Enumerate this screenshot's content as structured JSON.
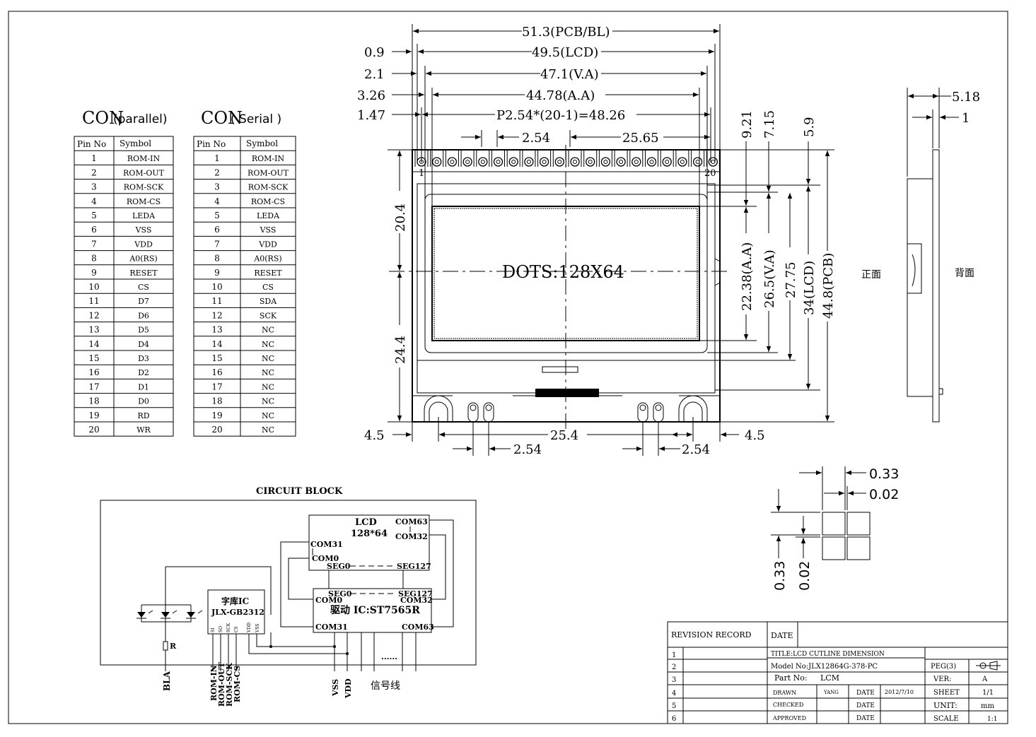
{
  "con_parallel": {
    "title_main": "CON",
    "title_sub": "(parallel)",
    "header": [
      "Pin No",
      "Symbol"
    ],
    "rows": [
      [
        "1",
        "ROM-IN"
      ],
      [
        "2",
        "ROM-OUT"
      ],
      [
        "3",
        "ROM-SCK"
      ],
      [
        "4",
        "ROM-CS"
      ],
      [
        "5",
        "LEDA"
      ],
      [
        "6",
        "VSS"
      ],
      [
        "7",
        "VDD"
      ],
      [
        "8",
        "A0(RS)"
      ],
      [
        "9",
        "RESET"
      ],
      [
        "10",
        "CS"
      ],
      [
        "11",
        "D7"
      ],
      [
        "12",
        "D6"
      ],
      [
        "13",
        "D5"
      ],
      [
        "14",
        "D4"
      ],
      [
        "15",
        "D3"
      ],
      [
        "16",
        "D2"
      ],
      [
        "17",
        "D1"
      ],
      [
        "18",
        "D0"
      ],
      [
        "19",
        "RD"
      ],
      [
        "20",
        "WR"
      ]
    ]
  },
  "con_serial": {
    "title_main": "CON",
    "title_sub": "( Serial )",
    "header": [
      "Pin No",
      "Symbol"
    ],
    "rows": [
      [
        "1",
        "ROM-IN"
      ],
      [
        "2",
        "ROM-OUT"
      ],
      [
        "3",
        "ROM-SCK"
      ],
      [
        "4",
        "ROM-CS"
      ],
      [
        "5",
        "LEDA"
      ],
      [
        "6",
        "VSS"
      ],
      [
        "7",
        "VDD"
      ],
      [
        "8",
        "A0(RS)"
      ],
      [
        "9",
        "RESET"
      ],
      [
        "10",
        "CS"
      ],
      [
        "11",
        "SDA"
      ],
      [
        "12",
        "SCK"
      ],
      [
        "13",
        "NC"
      ],
      [
        "14",
        "NC"
      ],
      [
        "15",
        "NC"
      ],
      [
        "16",
        "NC"
      ],
      [
        "17",
        "NC"
      ],
      [
        "18",
        "NC"
      ],
      [
        "19",
        "NC"
      ],
      [
        "20",
        "NC"
      ]
    ]
  },
  "dims": {
    "pcb_bl": "51.3(PCB/BL)",
    "lcd": "49.5(LCD)",
    "va": "47.1(V.A)",
    "aa": "44.78(A.A)",
    "pitch": "P2.54*(20-1)=48.26",
    "d09": "0.9",
    "d21": "2.1",
    "d326": "3.26",
    "d147": "1.47",
    "d254": "2.54",
    "d2565": "25.65",
    "d921": "9.21",
    "d715": "7.15",
    "d59": "5.9",
    "d204": "20.4",
    "d244": "24.4",
    "h_aa": "22.38(A.A)",
    "h_va": "26.5(V.A)",
    "h_2775": "27.75",
    "h_lcd": "34(LCD)",
    "h_pcb": "44.8(PCB)",
    "b45l": "4.5",
    "b45r": "4.5",
    "b254": "25.4",
    "b254l": "2.54",
    "b254r": "2.54",
    "side518": "5.18",
    "side1": "1",
    "pin1": "1",
    "pin20": "20",
    "dots": "DOTS:128X64",
    "front": "正面",
    "back": "背面",
    "pix033a": "0.33",
    "pix002a": "0.02",
    "pix033b": "0.33",
    "pix002b": "0.02"
  },
  "circuit": {
    "title": "CIRCUIT BLOCK",
    "lcd_l1": "LCD",
    "lcd_l2": "128*64",
    "com63": "COM63",
    "com32": "COM32",
    "com31": "COM31",
    "com0": "COM0",
    "seg0": "SEG0",
    "seg127": "SEG127",
    "drv_seg0": "SEG0",
    "drv_seg127": "SEG127",
    "drv_com0": "COM0",
    "drv_com32": "COM32",
    "driver_ic": "驱动 IC:ST7565R",
    "drv_com31": "COM31",
    "drv_com63": "COM63",
    "font_ic_l1": "字库IC",
    "font_ic_l2": "JLX-GB2312",
    "fp_si": "SI",
    "fp_so": "SO",
    "fp_sck": "SCK",
    "fp_cs": "CS",
    "fp_vdd": "VDD",
    "fp_vss": "VSS",
    "resistor": "R",
    "bla": "BLA",
    "rom_in": "ROM-IN",
    "rom_out": "ROM-OUT",
    "rom_sck": "ROM-SCK",
    "rom_cs": "ROM-CS",
    "vss": "VSS",
    "vdd": "VDD",
    "signal": "信号线",
    "dots": "......"
  },
  "title_block": {
    "revision_record": "REVISION RECORD",
    "date_label": "DATE",
    "rows": [
      "1",
      "2",
      "3",
      "4",
      "5",
      "6"
    ],
    "title": "TITLE:LCD CUTLINE DIMENSION",
    "model": "Model No:JLX12864G-378-PC",
    "part_label": "Part No:",
    "part_value": "LCM",
    "drawn": "DRAWN",
    "drawn_by": "YANG",
    "date1": "DATE",
    "date1_value": "2012/7/10",
    "checked": "CHECKED",
    "date2": "DATE",
    "approved": "APPROVED",
    "date3": "DATE",
    "peg": "PEG(3)",
    "ver_label": "VER:",
    "ver_value": "A",
    "sheet_label": "SHEET",
    "sheet_value": "1/1",
    "unit_label": "UNIT:",
    "unit_value": "mm",
    "scale_label": "SCALE",
    "scale_value": "1:1"
  }
}
